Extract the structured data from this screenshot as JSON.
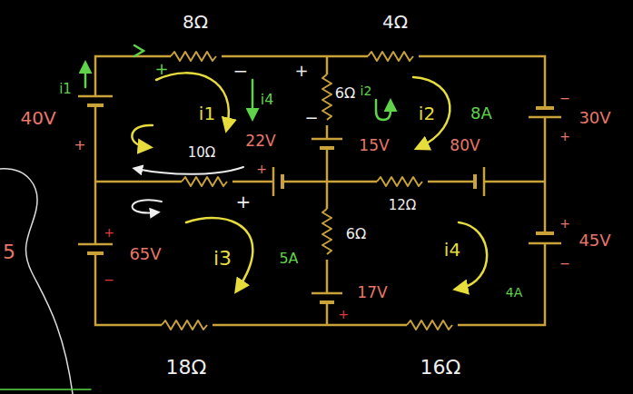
{
  "diagram": {
    "labels": [
      "8Ω",
      "4Ω",
      "6Ω",
      "10Ω",
      "12Ω",
      "6Ω",
      "18Ω",
      "16Ω",
      "40V",
      "30V",
      "22V",
      "15V",
      "80V",
      "65V",
      "17V",
      "45V",
      "5",
      "i1",
      "i1",
      "i4",
      "i2",
      "i2",
      "8A",
      "i3",
      "5A",
      "i4",
      "4A",
      "+",
      "−",
      "+",
      "−",
      "+",
      "+",
      "+",
      "+",
      "−",
      "+",
      "−",
      "+",
      "+",
      "−"
    ]
  }
}
